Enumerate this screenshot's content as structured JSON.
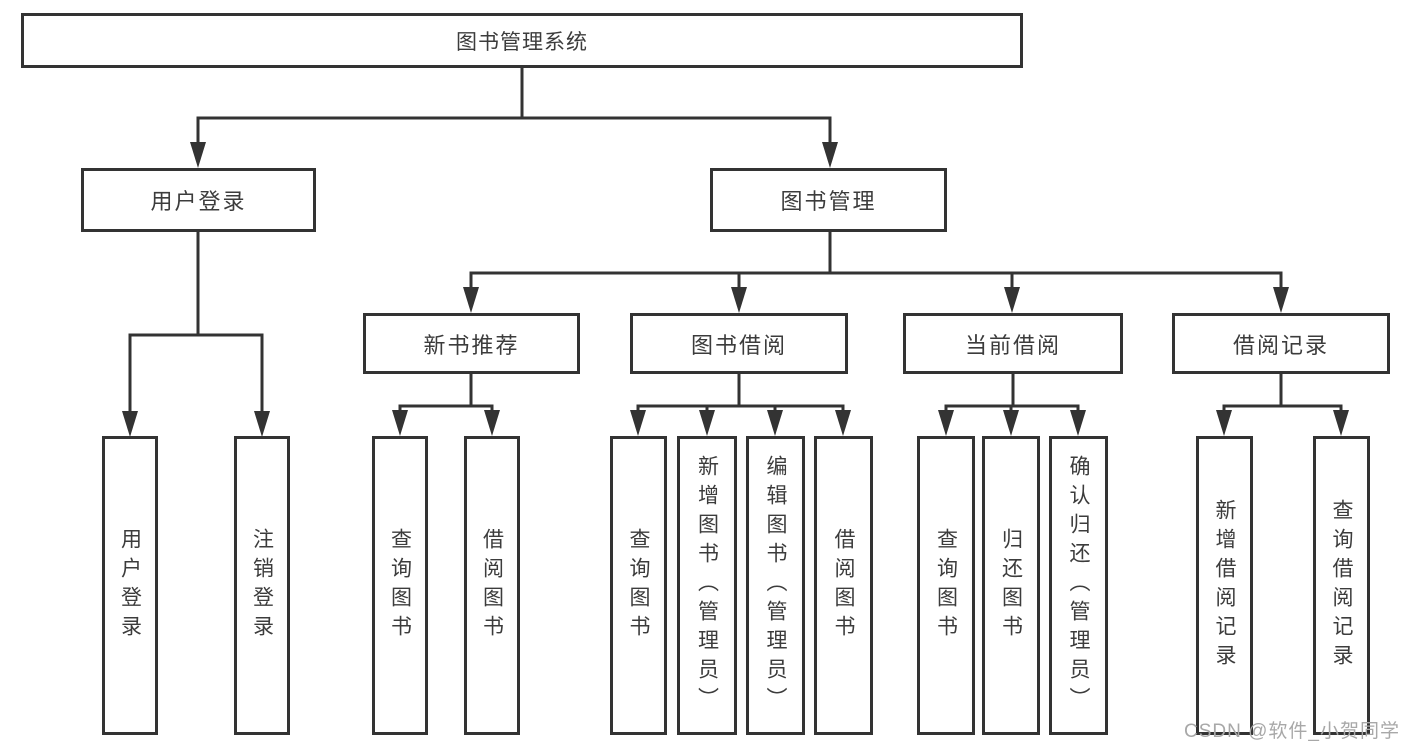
{
  "diagram": {
    "type": "tree",
    "title": "图书管理系统",
    "nodes": {
      "root": {
        "label": "图书管理系统"
      },
      "user_login": {
        "label": "用户登录"
      },
      "book_mgmt": {
        "label": "图书管理"
      },
      "new_rec": {
        "label": "新书推荐"
      },
      "book_borrow": {
        "label": "图书借阅"
      },
      "cur_borrow": {
        "label": "当前借阅"
      },
      "borrow_rec": {
        "label": "借阅记录"
      },
      "leaf_user_login": {
        "label": "用户登录"
      },
      "leaf_logout": {
        "label": "注销登录"
      },
      "leaf_query_new": {
        "label": "查询图书"
      },
      "leaf_borrow_new": {
        "label": "借阅图书"
      },
      "leaf_query_borrow": {
        "label": "查询图书"
      },
      "leaf_add_book": {
        "label": "新增图书（管理员）"
      },
      "leaf_edit_book": {
        "label": "编辑图书（管理员）"
      },
      "leaf_borrow_book": {
        "label": "借阅图书"
      },
      "leaf_query_cur": {
        "label": "查询图书"
      },
      "leaf_return_book": {
        "label": "归还图书"
      },
      "leaf_confirm_return": {
        "label": "确认归还（管理员）"
      },
      "leaf_add_record": {
        "label": "新增借阅记录"
      },
      "leaf_query_record": {
        "label": "查询借阅记录"
      }
    },
    "hierarchy": {
      "root": [
        "user_login",
        "book_mgmt"
      ],
      "user_login": [
        "leaf_user_login",
        "leaf_logout"
      ],
      "book_mgmt": [
        "new_rec",
        "book_borrow",
        "cur_borrow",
        "borrow_rec"
      ],
      "new_rec": [
        "leaf_query_new",
        "leaf_borrow_new"
      ],
      "book_borrow": [
        "leaf_query_borrow",
        "leaf_add_book",
        "leaf_edit_book",
        "leaf_borrow_book"
      ],
      "cur_borrow": [
        "leaf_query_cur",
        "leaf_return_book",
        "leaf_confirm_return"
      ],
      "borrow_rec": [
        "leaf_add_record",
        "leaf_query_record"
      ]
    },
    "colors": {
      "line": "#333333",
      "box_border": "#333333",
      "text": "#3c3c3c",
      "background": "#ffffff",
      "watermark_text_color": "#a8a8a8"
    },
    "watermark": "CSDN @软件_小贺同学"
  }
}
